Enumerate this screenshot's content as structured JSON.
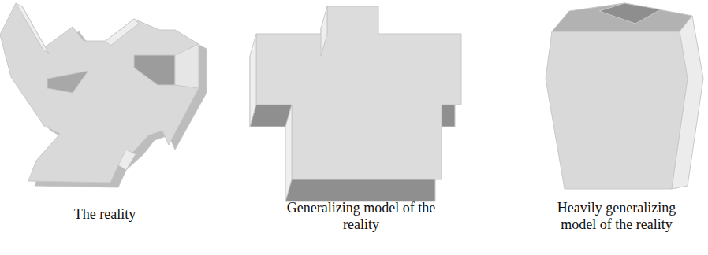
{
  "diagram": {
    "labels": [
      "The reality",
      "Generalizing model of the reality",
      "Heavily generalizing model of the reality"
    ]
  }
}
